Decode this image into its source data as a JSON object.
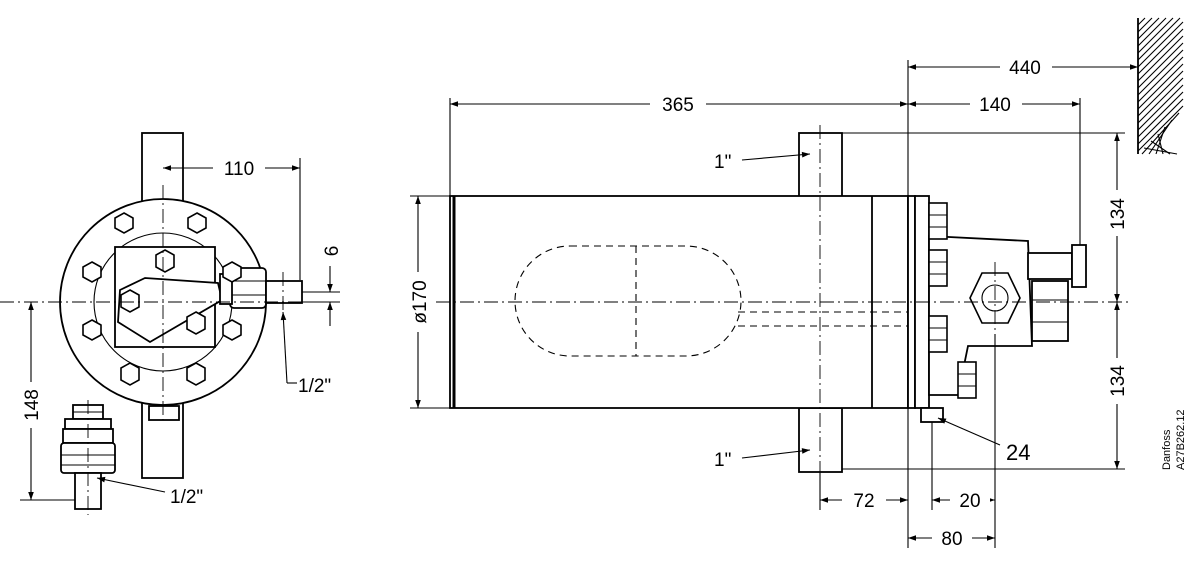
{
  "dimensions": {
    "d_110": "110",
    "d_6": "6",
    "d_148": "148",
    "d_365": "365",
    "d_440": "440",
    "d_140": "140",
    "d_134_top": "134",
    "d_134_bottom": "134",
    "d_dia170": "ø170",
    "d_72": "72",
    "d_20": "20",
    "d_80": "80"
  },
  "labels": {
    "port_half_right": "1/2\"",
    "port_half_bottom": "1/2\"",
    "port_inch_top": "1\"",
    "port_inch_bottom": "1\"",
    "item_24": "24"
  },
  "reference": {
    "brand": "Danfoss",
    "drawing_no": "A27B262.12"
  }
}
